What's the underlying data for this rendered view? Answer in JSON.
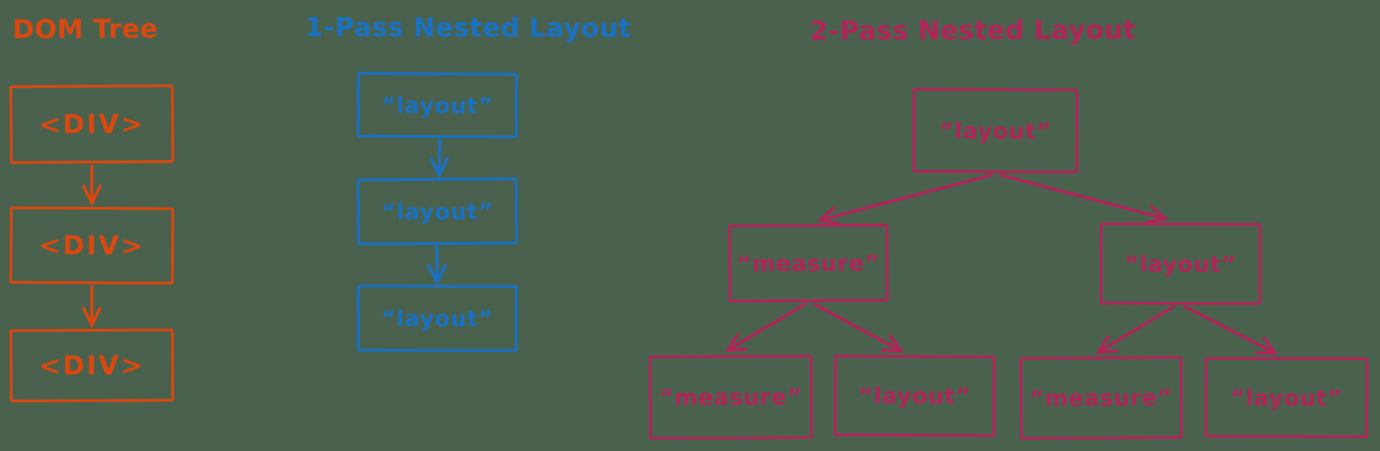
{
  "colors": {
    "background": "#4a614d",
    "orange": "#d9480f",
    "blue": "#1971c2",
    "pink": "#b02559"
  },
  "dom_tree": {
    "title": "DOM Tree",
    "color": "#d9480f",
    "nodes": [
      "<DIV>",
      "<DIV>",
      "<DIV>"
    ]
  },
  "one_pass": {
    "title": "1-Pass Nested Layout",
    "color": "#1971c2",
    "nodes": [
      "“layout”",
      "“layout”",
      "“layout”"
    ]
  },
  "two_pass": {
    "title": "2-Pass Nested Layout",
    "color": "#b02559",
    "root": "“layout”",
    "level2": [
      "“measure”",
      "“layout”"
    ],
    "level3": [
      "“measure”",
      "“layout”",
      "“measure”",
      "“layout”"
    ]
  }
}
